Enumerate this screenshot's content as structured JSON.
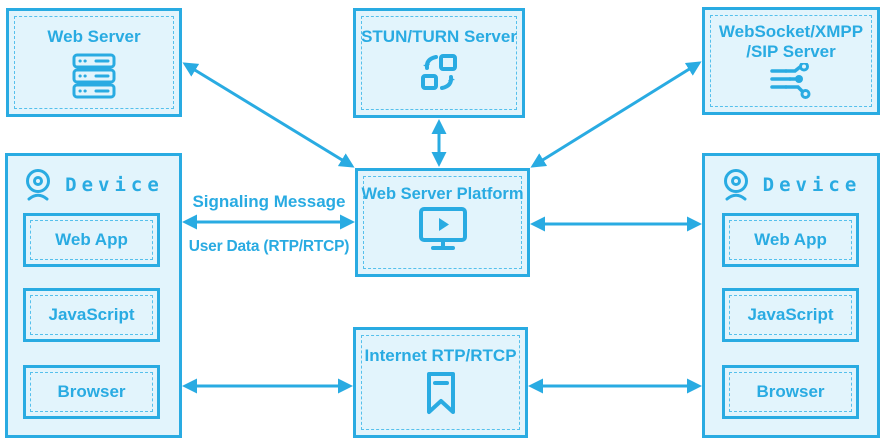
{
  "colors": {
    "accent": "#29abe2",
    "box_fill": "#e2f4fc",
    "dash_border": "#55c0ec"
  },
  "nodes": {
    "web_server": {
      "title": "Web Server",
      "icon": "server-icon"
    },
    "stun_turn_server": {
      "title": "STUN/TURN Server",
      "icon": "sync-icon"
    },
    "websocket_server": {
      "title_line1": "WebSocket/XMPP",
      "title_line2": "/SIP Server",
      "icon": "data-flow-icon"
    },
    "platform": {
      "title": "Web Server Platform",
      "icon": "monitor-play-icon"
    },
    "internet": {
      "title": "Internet RTP/RTCP",
      "icon": "bookmark-icon"
    },
    "device_left": {
      "title": "Device",
      "icon": "webcam-icon",
      "components": [
        "Web App",
        "JavaScript",
        "Browser"
      ]
    },
    "device_right": {
      "title": "Device",
      "icon": "webcam-icon",
      "components": [
        "Web App",
        "JavaScript",
        "Browser"
      ]
    }
  },
  "edge_labels": {
    "signaling": "Signaling Message",
    "user_data": "User Data (RTP/RTCP)"
  }
}
